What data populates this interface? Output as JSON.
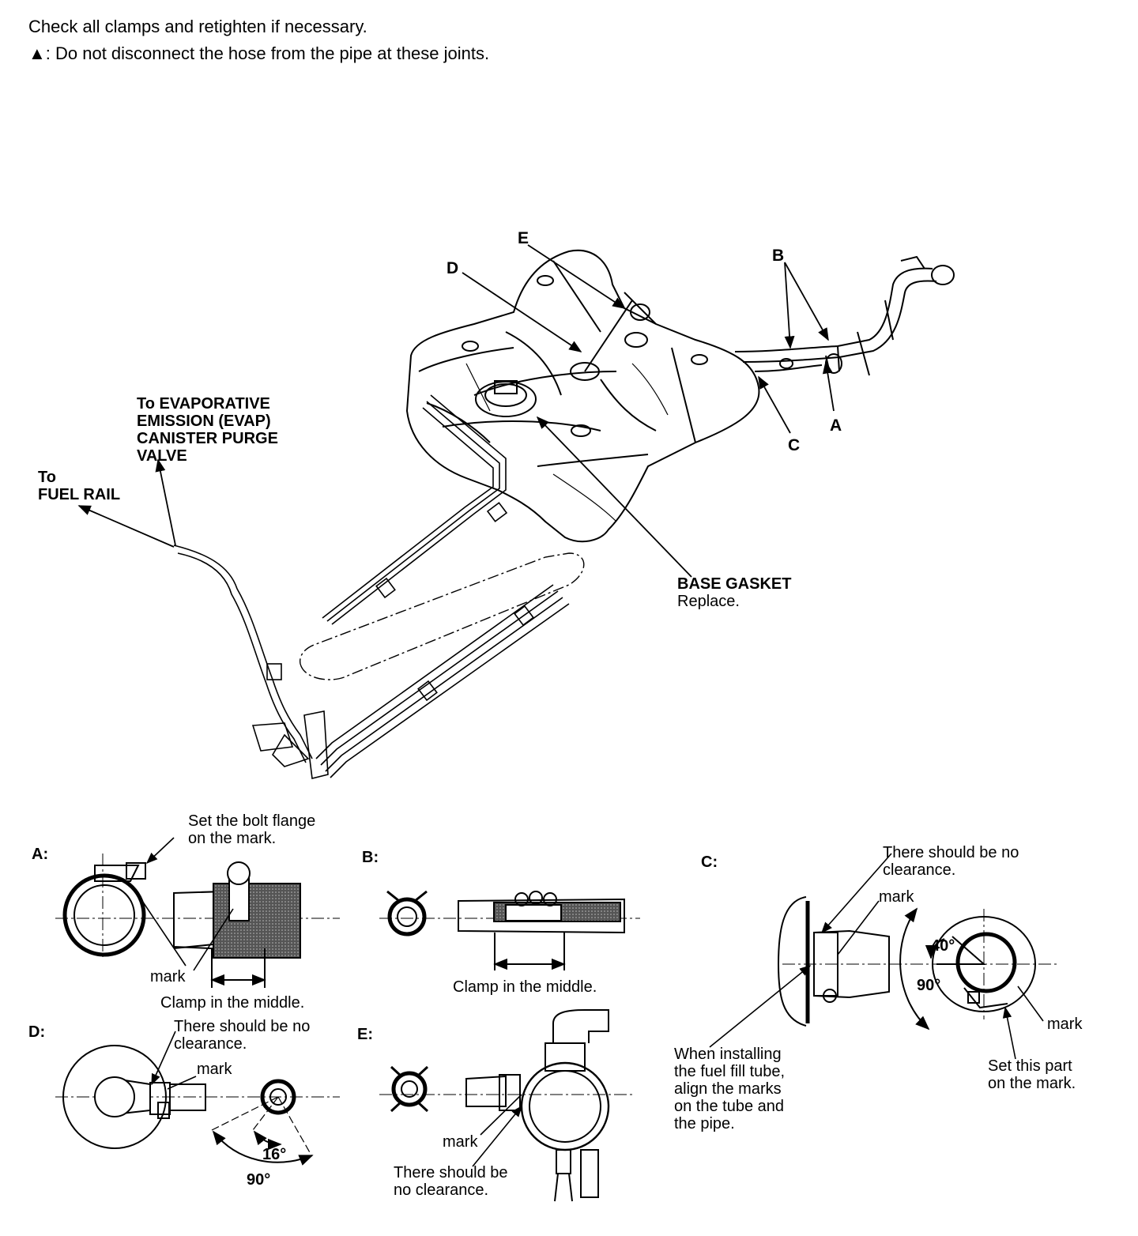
{
  "header": {
    "line1": "Check all clamps and retighten if necessary.",
    "line2_symbol": "▲",
    "line2": ": Do not disconnect the hose from the pipe at these joints."
  },
  "callouts": {
    "a": "A",
    "b": "B",
    "c": "C",
    "d": "D",
    "e": "E"
  },
  "labels": {
    "evap_1": "To EVAPORATIVE",
    "evap_2": "EMISSION (EVAP)",
    "evap_3": "CANISTER PURGE",
    "evap_4": "VALVE",
    "fuel_rail_1": "To",
    "fuel_rail_2": "FUEL RAIL",
    "base_gasket": "BASE GASKET",
    "replace": "Replace."
  },
  "details": {
    "a": {
      "tag": "A:",
      "bolt_1": "Set the bolt flange",
      "bolt_2": "on the mark.",
      "mark": "mark",
      "clamp": "Clamp in the middle."
    },
    "b": {
      "tag": "B:",
      "clamp": "Clamp in the middle."
    },
    "c": {
      "tag": "C:",
      "clearance_1": "There should be no",
      "clearance_2": "clearance.",
      "mark_top": "mark",
      "angle_40": "40°",
      "angle_90": "90°",
      "mark_right": "mark",
      "install_1": "When installing",
      "install_2": "the fuel fill tube,",
      "install_3": "align the marks",
      "install_4": "on the tube and",
      "install_5": "the pipe.",
      "set_1": "Set this part",
      "set_2": "on the mark."
    },
    "d": {
      "tag": "D:",
      "clearance_1": "There should be no",
      "clearance_2": "clearance.",
      "mark": "mark",
      "angle_16": "16°",
      "angle_90": "90°"
    },
    "e": {
      "tag": "E:",
      "mark": "mark",
      "clearance_1": "There should be",
      "clearance_2": "no clearance."
    }
  }
}
